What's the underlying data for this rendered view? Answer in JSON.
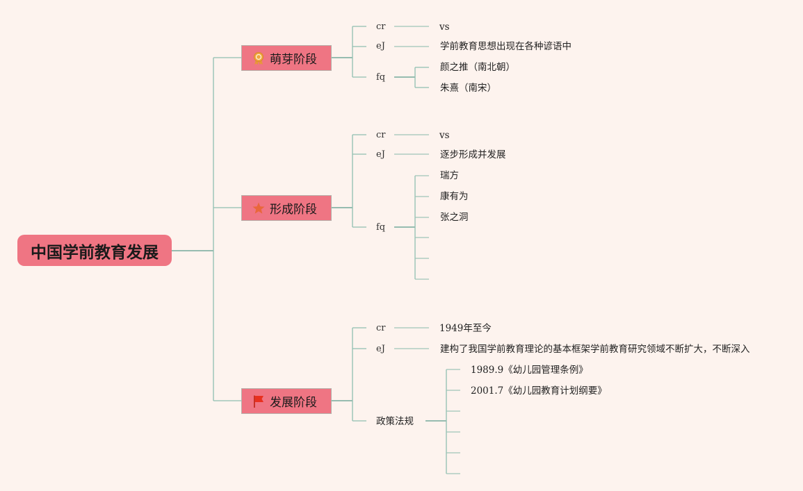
{
  "root": {
    "title": "中国学前教育发展"
  },
  "stages": [
    {
      "title": "萌芽阶段",
      "icon": "medal-icon",
      "cr_label": "cr",
      "cr_value": "vs",
      "ej_label": "eJ",
      "ej_value": "学前教育思想出现在各种谚语中",
      "fq_label": "fq",
      "fq_items": [
        "颜之推（南北朝）",
        "朱熹（南宋）"
      ]
    },
    {
      "title": "形成阶段",
      "icon": "star-icon",
      "cr_label": "cr",
      "cr_value": "vs",
      "ej_label": "eJ",
      "ej_value": "逐步形成并发展",
      "fq_label": "fq",
      "fq_items": [
        "瑞方",
        "康有为",
        "张之洞",
        "",
        "",
        ""
      ]
    },
    {
      "title": "发展阶段",
      "icon": "flag-icon",
      "cr_label": "cr",
      "cr_value": "1949年至今",
      "ej_label": "eJ",
      "ej_value": "建构了我国学前教育理论的基本框架学前教育研究领域不断扩大，不断深入",
      "policy_label": "政策法规",
      "policy_items": [
        "1989.9《幼儿园管理条例》",
        "2001.7《幼儿园教育计划纲要》",
        "",
        "",
        "",
        ""
      ]
    }
  ],
  "colors": {
    "background": "#fdf3ee",
    "node_fill": "#ef7583",
    "connector": "#5a9a8a",
    "leaf_line": "#9ec4b8"
  }
}
